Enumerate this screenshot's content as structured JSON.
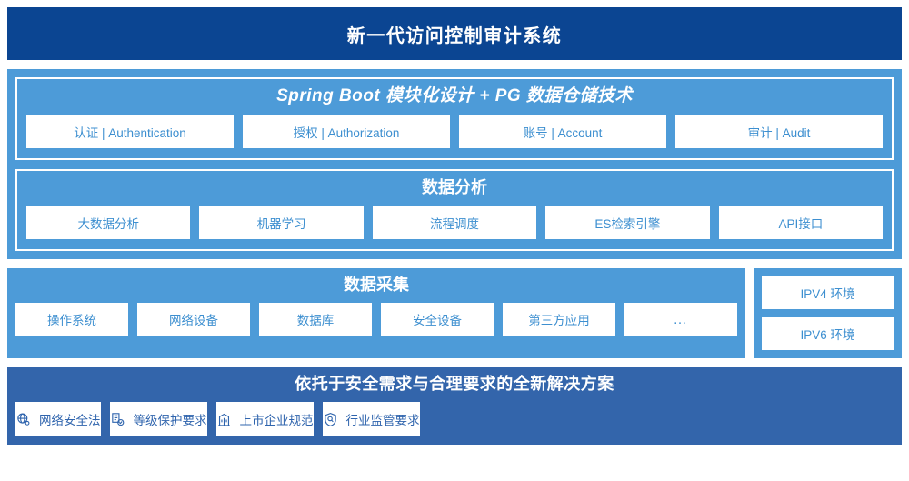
{
  "header": {
    "title": "新一代访问控制审计系统"
  },
  "platform": {
    "title": "Spring Boot 模块化设计 + PG 数据仓储技术",
    "cards": [
      {
        "label": "认证 | Authentication"
      },
      {
        "label": "授权 | Authorization"
      },
      {
        "label": "账号 | Account"
      },
      {
        "label": "审计 | Audit"
      }
    ]
  },
  "analysis": {
    "title": "数据分析",
    "cards": [
      {
        "label": "大数据分析"
      },
      {
        "label": "机器学习"
      },
      {
        "label": "流程调度"
      },
      {
        "label": "ES检索引擎"
      },
      {
        "label": "API接口"
      }
    ]
  },
  "collection": {
    "title": "数据采集",
    "cards": [
      {
        "label": "操作系统"
      },
      {
        "label": "网络设备"
      },
      {
        "label": "数据库"
      },
      {
        "label": "安全设备"
      },
      {
        "label": "第三方应用"
      },
      {
        "label": "…"
      }
    ],
    "environments": [
      {
        "label": "IPV4 环境"
      },
      {
        "label": "IPV6 环境"
      }
    ]
  },
  "solutions": {
    "title": "依托于安全需求与合理要求的全新解决方案",
    "cards": [
      {
        "label": "网络安全法",
        "icon": "globe-network-icon"
      },
      {
        "label": "等级保护要求",
        "icon": "document-check-icon"
      },
      {
        "label": "上市企业规范",
        "icon": "bank-building-icon"
      },
      {
        "label": "行业监管要求",
        "icon": "shield-search-icon"
      }
    ]
  },
  "colors": {
    "header_navy": "#0b4592",
    "panel_light_blue": "#4d9bd8",
    "panel_dark_blue": "#3365ab",
    "card_text_blue": "#3d8fd0",
    "card_text_navy": "#2f64ad",
    "card_white": "#ffffff"
  }
}
